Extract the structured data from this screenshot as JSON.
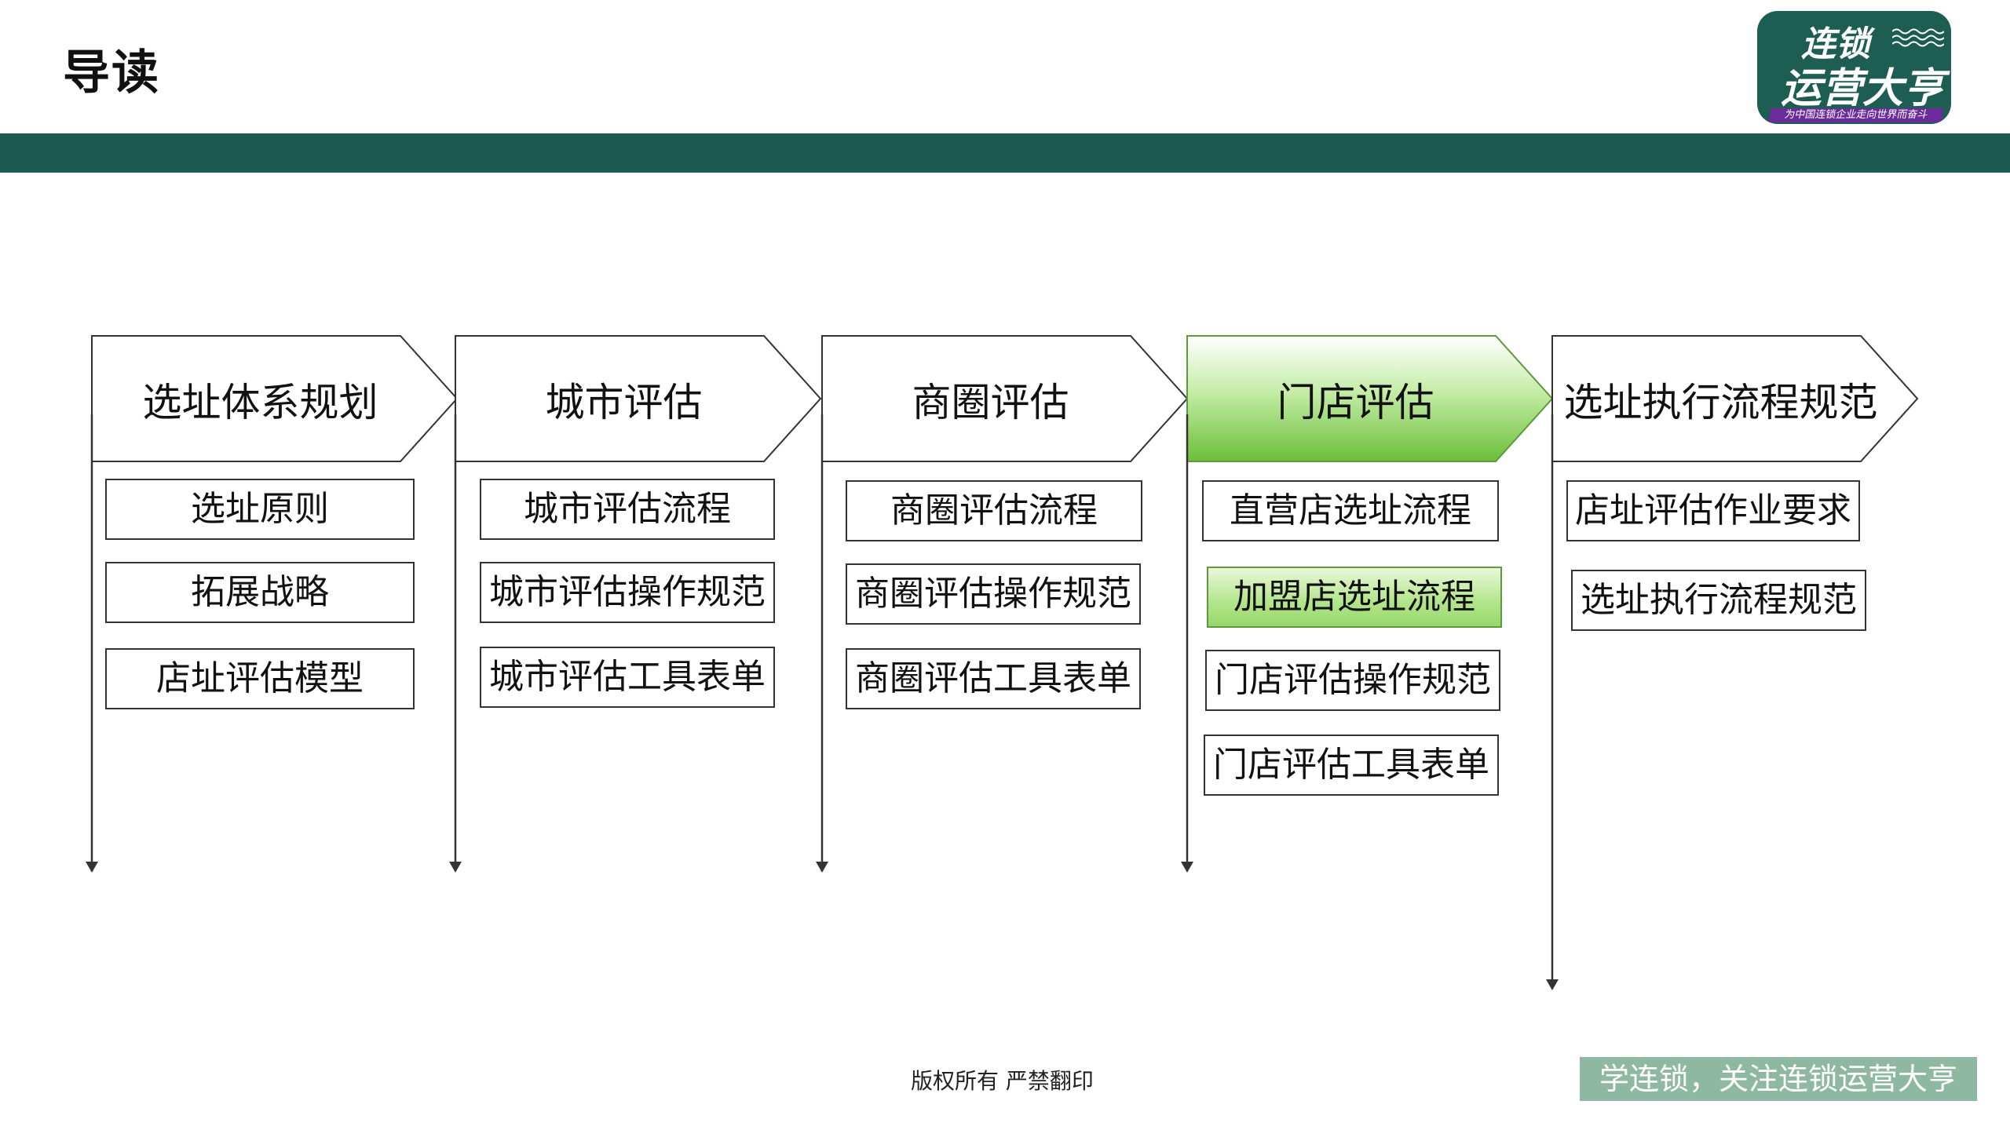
{
  "page": {
    "title": "导读"
  },
  "logo": {
    "line1": "连锁",
    "line2": "运营大亨",
    "tagline": "为中国连锁企业走向世界而奋斗"
  },
  "colors": {
    "band": "#1c5a52",
    "highlight": "#96d86a",
    "slogan_bg": "#8fb8a2"
  },
  "stages": [
    {
      "label": "选址体系规划",
      "items": [
        "选址原则",
        "拓展战略",
        "店址评估模型"
      ]
    },
    {
      "label": "城市评估",
      "items": [
        "城市评估流程",
        "城市评估操作规范",
        "城市评估工具表单"
      ]
    },
    {
      "label": "商圈评估",
      "items": [
        "商圈评估流程",
        "商圈评估操作规范",
        "商圈评估工具表单"
      ]
    },
    {
      "label": "门店评估",
      "highlighted": true,
      "items": [
        "直营店选址流程",
        "加盟店选址流程",
        "门店评估操作规范",
        "门店评估工具表单"
      ],
      "highlighted_item": 1
    },
    {
      "label": "选址执行流程规范",
      "items": [
        "店址评估作业要求",
        "选址执行流程规范"
      ]
    }
  ],
  "footer": {
    "copyright": "版权所有 严禁翻印",
    "slogan": "学连锁，关注连锁运营大亨"
  }
}
